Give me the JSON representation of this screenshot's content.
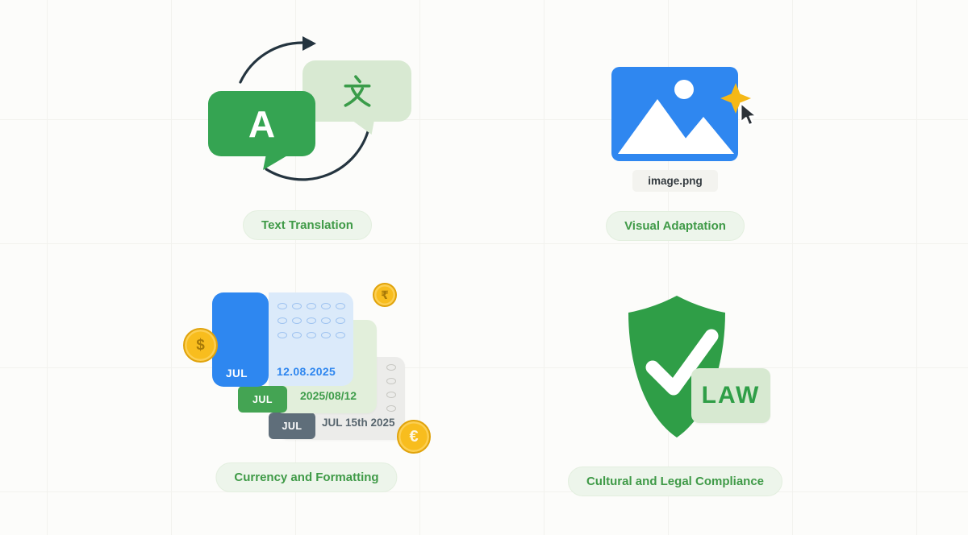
{
  "canvas": {
    "bg_color": "#fcfcfa",
    "grid_color": "#f2f2ee"
  },
  "text_translation": {
    "label": "Text Translation",
    "letter": "A",
    "cjk_char": "文",
    "bubble_green": "#35a452",
    "bubble_light": "#d8e9d2",
    "arrow_color": "#24343f"
  },
  "visual_adaptation": {
    "label": "Visual Adaptation",
    "filename": "image.png",
    "image_blue": "#2f87f0",
    "star_gold": "#f5b817"
  },
  "currency_formatting": {
    "label": "Currency and Formatting",
    "cards": [
      {
        "month": "JUL",
        "date": "12.08.2025"
      },
      {
        "month": "JUL",
        "date": "2025/08/12"
      },
      {
        "month": "JUL",
        "date": "JUL 15th 2025"
      }
    ],
    "coins": [
      {
        "symbol": "$"
      },
      {
        "symbol": "₹"
      },
      {
        "symbol": "€"
      }
    ],
    "coin_gold": "#f8bd1e"
  },
  "legal_compliance": {
    "label": "Cultural and Legal Compliance",
    "law_text": "LAW",
    "shield_green": "#2f9e47"
  }
}
